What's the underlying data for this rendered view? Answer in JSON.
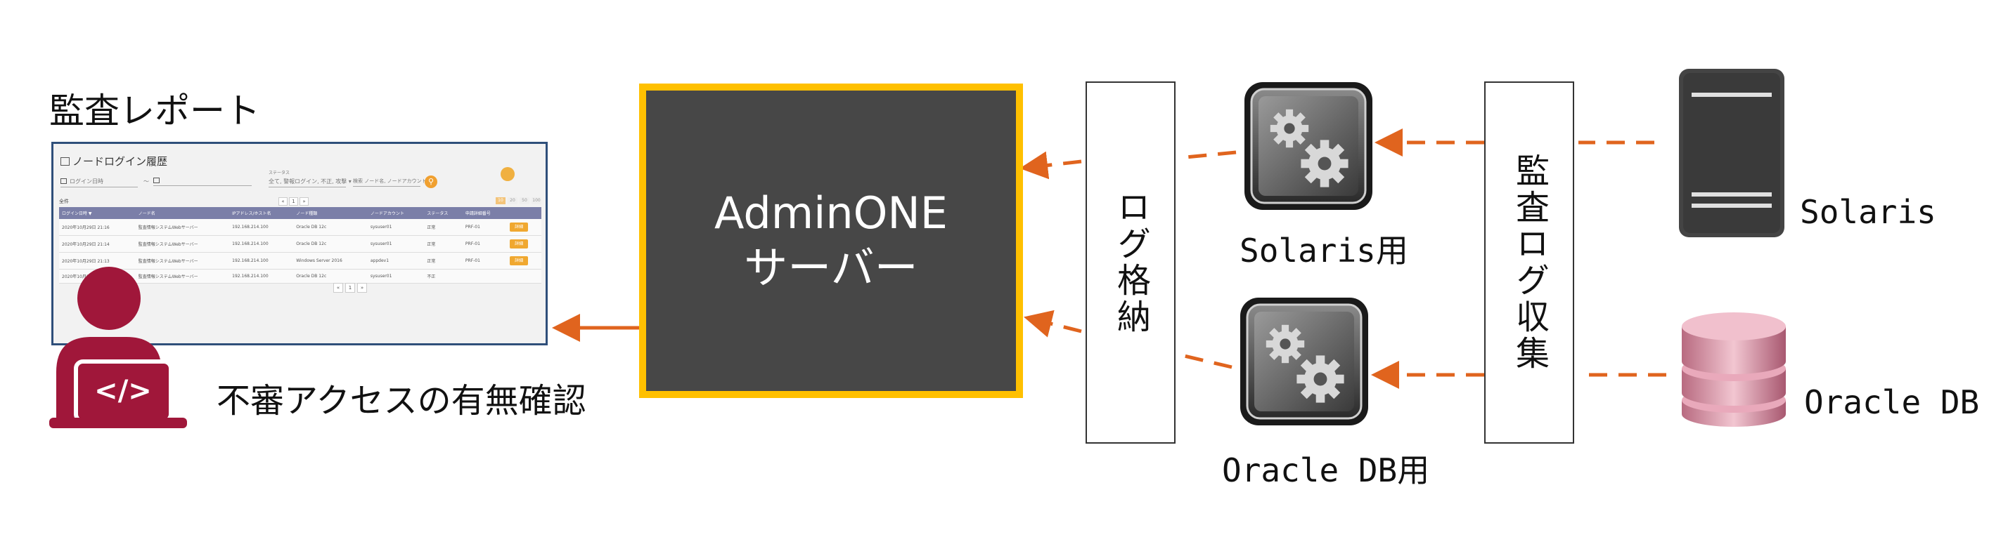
{
  "colors": {
    "arrow": "#e0641e",
    "server_fill": "#474747",
    "server_border": "#ffc000",
    "user_icon": "#a0173a",
    "report_border": "#2f4f7a"
  },
  "report": {
    "title": "監査レポート",
    "screenshot": {
      "title": "ノードログイン履歴",
      "filter_date_placeholder": "ログイン日時",
      "filter_range_sep": "〜",
      "filter_status_label": "ステータス",
      "filter_status_value": "全て, 警報ログイン, 不正, 攻撃",
      "filter_search_placeholder": "検索 ノード名, ノードアカウント",
      "count_label": "全件",
      "pager_top": [
        "«",
        "1",
        "»"
      ],
      "page_sizes": [
        "10",
        "20",
        "50",
        "100"
      ],
      "columns": [
        "ログイン日時 ▼",
        "ノード名",
        "IPアドレス/ホスト名",
        "ノード種類",
        "ノードアカウント",
        "ステータス",
        "申請詳細番号",
        ""
      ],
      "rows": [
        [
          "2020年10月29日 21:16",
          "監査情報システムWebサーバー",
          "192.168.214.100",
          "Oracle DB 12c",
          "sysuser01",
          "正常",
          "PRF-01",
          "詳細"
        ],
        [
          "2020年10月29日 21:14",
          "監査情報システムWebサーバー",
          "192.168.214.100",
          "Oracle DB 12c",
          "sysuser01",
          "正常",
          "PRF-01",
          "詳細"
        ],
        [
          "2020年10月29日 21:13",
          "監査情報システムWebサーバー",
          "192.168.214.100",
          "Windows Server 2016",
          "appdev1",
          "正常",
          "PRF-01",
          "詳細"
        ],
        [
          "2020年10月29日 20:43",
          "監査情報システムWebサーバー",
          "192.168.214.100",
          "Oracle DB 12c",
          "sysuser01",
          "不正",
          "",
          ""
        ]
      ],
      "pager_bottom": [
        "«",
        "1",
        "»"
      ]
    }
  },
  "user": {
    "icon": "developer-user-icon",
    "code_glyph": "</>",
    "check_text": "不審アクセスの有無確認"
  },
  "server": {
    "line1": "AdminONE",
    "line2": "サーバー"
  },
  "log_store": {
    "label": "ログ格納"
  },
  "log_collect": {
    "label": "監査ログ収集"
  },
  "agents": [
    {
      "icon": "gear-app-icon",
      "label": "Solaris用"
    },
    {
      "icon": "gear-app-icon",
      "label": "Oracle DB用"
    }
  ],
  "sources": [
    {
      "icon": "server-tower-icon",
      "label": "Solaris"
    },
    {
      "icon": "database-icon",
      "label": "Oracle DB"
    }
  ]
}
